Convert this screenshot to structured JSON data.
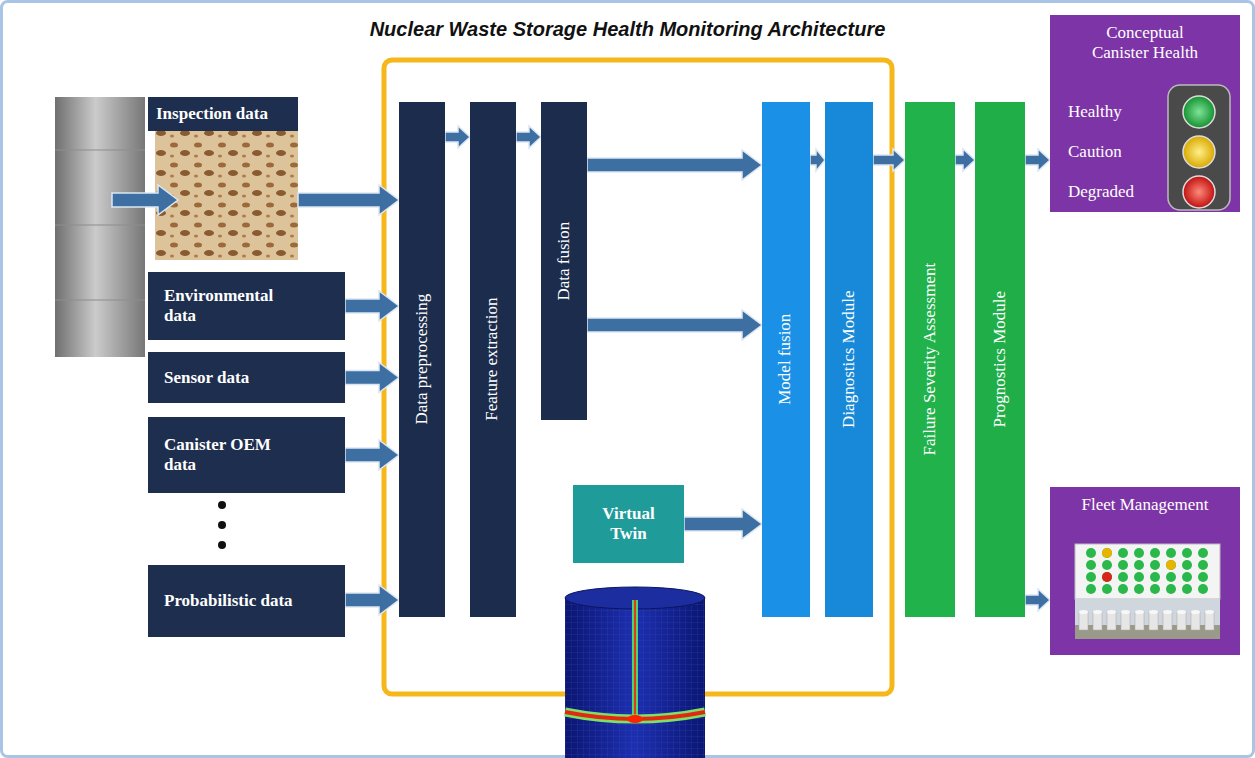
{
  "diagram": {
    "title": "Nuclear Waste Storage Health Monitoring Architecture",
    "nodes": [
      {
        "text": [
          "Inspection data"
        ]
      },
      {
        "text": [
          "Environmental data"
        ]
      },
      {
        "text": [
          "Sensor data"
        ]
      },
      {
        "text": [
          "Canister OEM data"
        ]
      },
      {
        "text": [
          "Probabilistic data"
        ]
      },
      {
        "text": [
          "Data preprocessing"
        ]
      },
      {
        "text": [
          "Feature extraction"
        ]
      },
      {
        "text": [
          "Data fusion"
        ]
      },
      {
        "text": [
          "Virtual Twin"
        ]
      },
      {
        "text": [
          "Model fusion"
        ]
      },
      {
        "text": [
          "Diagnostics Module"
        ]
      },
      {
        "text": [
          "Failure Severity Assessment"
        ]
      },
      {
        "text": [
          "Prognostics Module"
        ]
      },
      {
        "text": [
          "Conceptual Canister Health",
          "Healthy",
          "Caution",
          "Degraded"
        ]
      },
      {
        "text": [
          "Fleet Management"
        ]
      }
    ],
    "edges": [
      {
        "from": 0,
        "to": 5,
        "arrow": "to"
      },
      {
        "from": 1,
        "to": 5,
        "arrow": "to"
      },
      {
        "from": 2,
        "to": 5,
        "arrow": "to"
      },
      {
        "from": 3,
        "to": 5,
        "arrow": "to"
      },
      {
        "from": 4,
        "to": 5,
        "arrow": "to"
      },
      {
        "from": 5,
        "to": 6,
        "arrow": "to"
      },
      {
        "from": 6,
        "to": 7,
        "arrow": "to"
      },
      {
        "from": 7,
        "to": 9,
        "arrow": "to"
      },
      {
        "from": 7,
        "to": 9,
        "arrow": "to"
      },
      {
        "from": 8,
        "to": 9,
        "arrow": "to"
      },
      {
        "from": 9,
        "to": 10,
        "arrow": "to"
      },
      {
        "from": 10,
        "to": 11,
        "arrow": "to"
      },
      {
        "from": 11,
        "to": 12,
        "arrow": "to"
      },
      {
        "from": 12,
        "to": 13,
        "arrow": "to"
      },
      {
        "from": 12,
        "to": 14,
        "arrow": "to"
      }
    ]
  }
}
